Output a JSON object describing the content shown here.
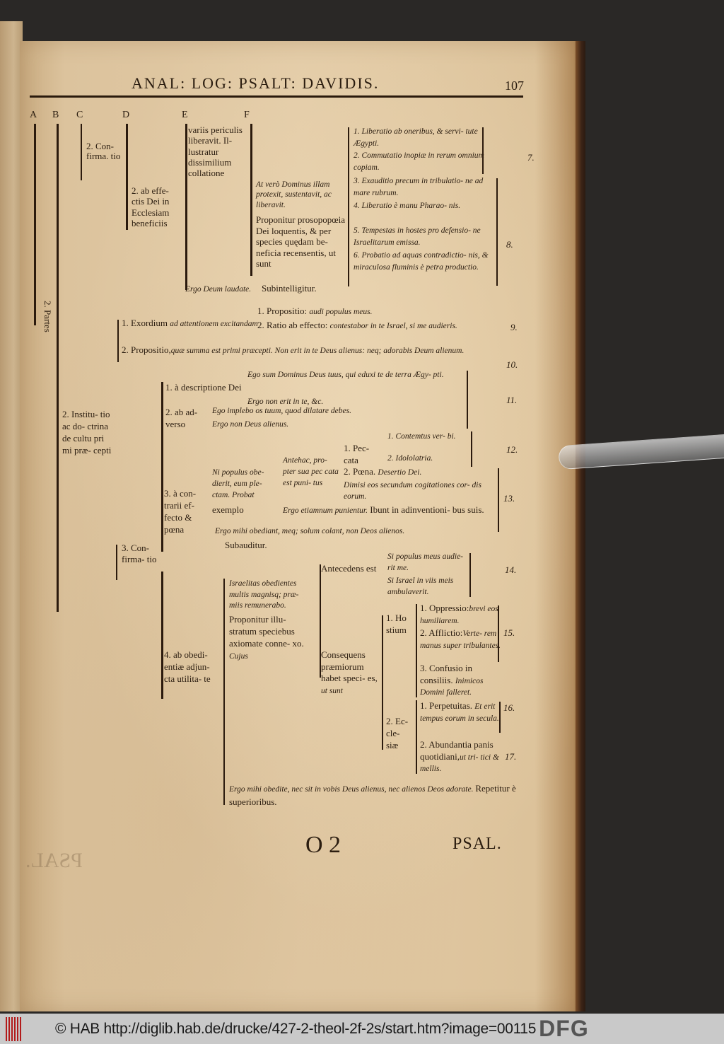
{
  "page": {
    "running_head": "ANAL: LOG: PSALT: DAVIDIS.",
    "page_number": "107",
    "column_letters": [
      "A",
      "B",
      "C",
      "D",
      "E",
      "F"
    ],
    "signature": "O 2",
    "catchword": "PSAL."
  },
  "outline": {
    "confirmatio_top": "2. Con- firma. tio",
    "ab_effectis": "2. ab effe- ctis Dei in Ecclesiam beneficiis",
    "variis_periculis": "variis periculis liberavit. Il- lustratur dissimilium collatione",
    "at_vero": "At verò Dominus illam protexit, sustentavit, ac liberavit.",
    "proponitur_prosopopoeia": "Proponitur prosopopœia Dei loquentis, & per species quędam be- neficia recensentis, ut sunt",
    "beneficia": [
      {
        "n": "1.",
        "text": "Liberatio ab oneribus, & servi- tute Ægypti."
      },
      {
        "n": "2.",
        "text": "Commutatio inopiæ in rerum omnium copiam."
      },
      {
        "n": "3.",
        "text": "Exauditio precum in tribulatio- ne ad mare rubrum."
      },
      {
        "n": "4.",
        "text": "Liberatio è manu Pharao- nis."
      },
      {
        "n": "5.",
        "text": "Tempestas in hostes pro defensio- ne Israelitarum emissa."
      },
      {
        "n": "6.",
        "text": "Probatio ad aquas contradictio- nis, & miraculosa fluminis è petra productio."
      }
    ],
    "ergo_deum_laudate": "Ergo Deum laudate.",
    "subintelligitur": "Subintelligitur.",
    "partes_label": "2. Partes",
    "institutio": "2. Institu- tio ac do- ctrina de cultu pri mi præ- cepti",
    "exordium": "1. Exordium",
    "exordium_it": "ad attentionem excitandam",
    "propositio_sub": "1. Propositio:",
    "propositio_sub_it": "audi populus meus.",
    "ratio": "2. Ratio ab effecto:",
    "ratio_it": "contestabor in te Israel, si me audieris.",
    "propositio_main": "2. Propositio,",
    "propositio_main_it": "quæ summa est primi præcepti. Non erit in te Deus alienus: neq; adorabis Deum alienum.",
    "a_descriptione": "1. à descriptione Dei",
    "ego_sum": "Ego sum Dominus Deus tuus, qui eduxi te de terra Ægy- pti.",
    "ergo_non_erit": "Ergo non erit in te, &c.",
    "ab_adverso": "2. ab ad- verso",
    "ego_implebo": "Ego implebo os tuum, quod dilatare debes.",
    "ergo_non_deus": "Ergo non Deus alienus.",
    "contemptus": "1. Contemtus ver- bi.",
    "idololatria": "2. Idololatria.",
    "peccata": "1. Pec- cata",
    "antehac": "Antehac, pro- pter sua pec cata est puni- tus",
    "poena": "2. Pœna.",
    "poena_it": "Desertio Dei.",
    "dimisi": "Dimisi eos secundum cogitationes cor- dis eorum.",
    "ni_populus": "Ni populus obe- dierit, eum ple- ctam. Probat",
    "exemplo": "exemplo",
    "ergo_etiamnum": "Ergo etiamnum punientur.",
    "ibunt": "Ibunt in adinventioni- bus suis.",
    "a_contrarii": "3. à con- trarii ef- fecto & pœna",
    "ergo_mihi_obediant": "Ergo mihi obediant, meq; solum colant, non Deos alienos.",
    "subauditur": "Subauditur.",
    "confirmatio_lower": "3. Con- firma- tio",
    "antecedens": "Antecedens est",
    "si_populus": "Si populus meus audie- rit me.",
    "si_israel": "Si Israel in viis meis ambulaverit.",
    "israelitas": "Israelitas obedientes multis magnisq; præ- miis remunerabo.",
    "proponitur_illustratum": "Proponitur illu- stratum speciebus axiomate conne- xo.",
    "cujus": "Cujus",
    "ab_obedientiae": "4. ab obedi- entiæ adjun- cta utilita- te",
    "consequens": "Consequens præmiorum habet speci- es,",
    "ut_sunt": "ut sunt",
    "hostium": "1. Ho stium",
    "oppressio": "1. Oppressio:",
    "oppressio_it": "brevi eos humiliarem.",
    "afflictio": "2. Afflictio:",
    "afflictio_it": "Verte- rem manus super tribulantes.",
    "confusio": "3. Confusio in consiliis.",
    "confusio_it": "Inimicos Domini falleret.",
    "ecclesiae": "2. Ec- cle- siæ",
    "perpetuitas": "1. Perpetuitas.",
    "perpetuitas_it": "Et erit tempus eorum in secula.",
    "abundantia": "2. Abundantia panis quotidiani,",
    "abundantia_it": "ut tri- tici & mellis.",
    "ergo_mihi_obedite": "Ergo mihi obedite, nec sit in vobis Deus alienus, nec alienos Deos adorate.",
    "repetitur": "Repetitur è superioribus."
  },
  "verse_numbers": [
    "7.",
    "8.",
    "9.",
    "10.",
    "11.",
    "12.",
    "13.",
    "14.",
    "15.",
    "16.",
    "17."
  ],
  "footer": {
    "copyright_text": "© HAB http://diglib.hab.de/drucke/427-2-theol-2f-2s/start.htm?image=00115",
    "logo": "DFG"
  }
}
